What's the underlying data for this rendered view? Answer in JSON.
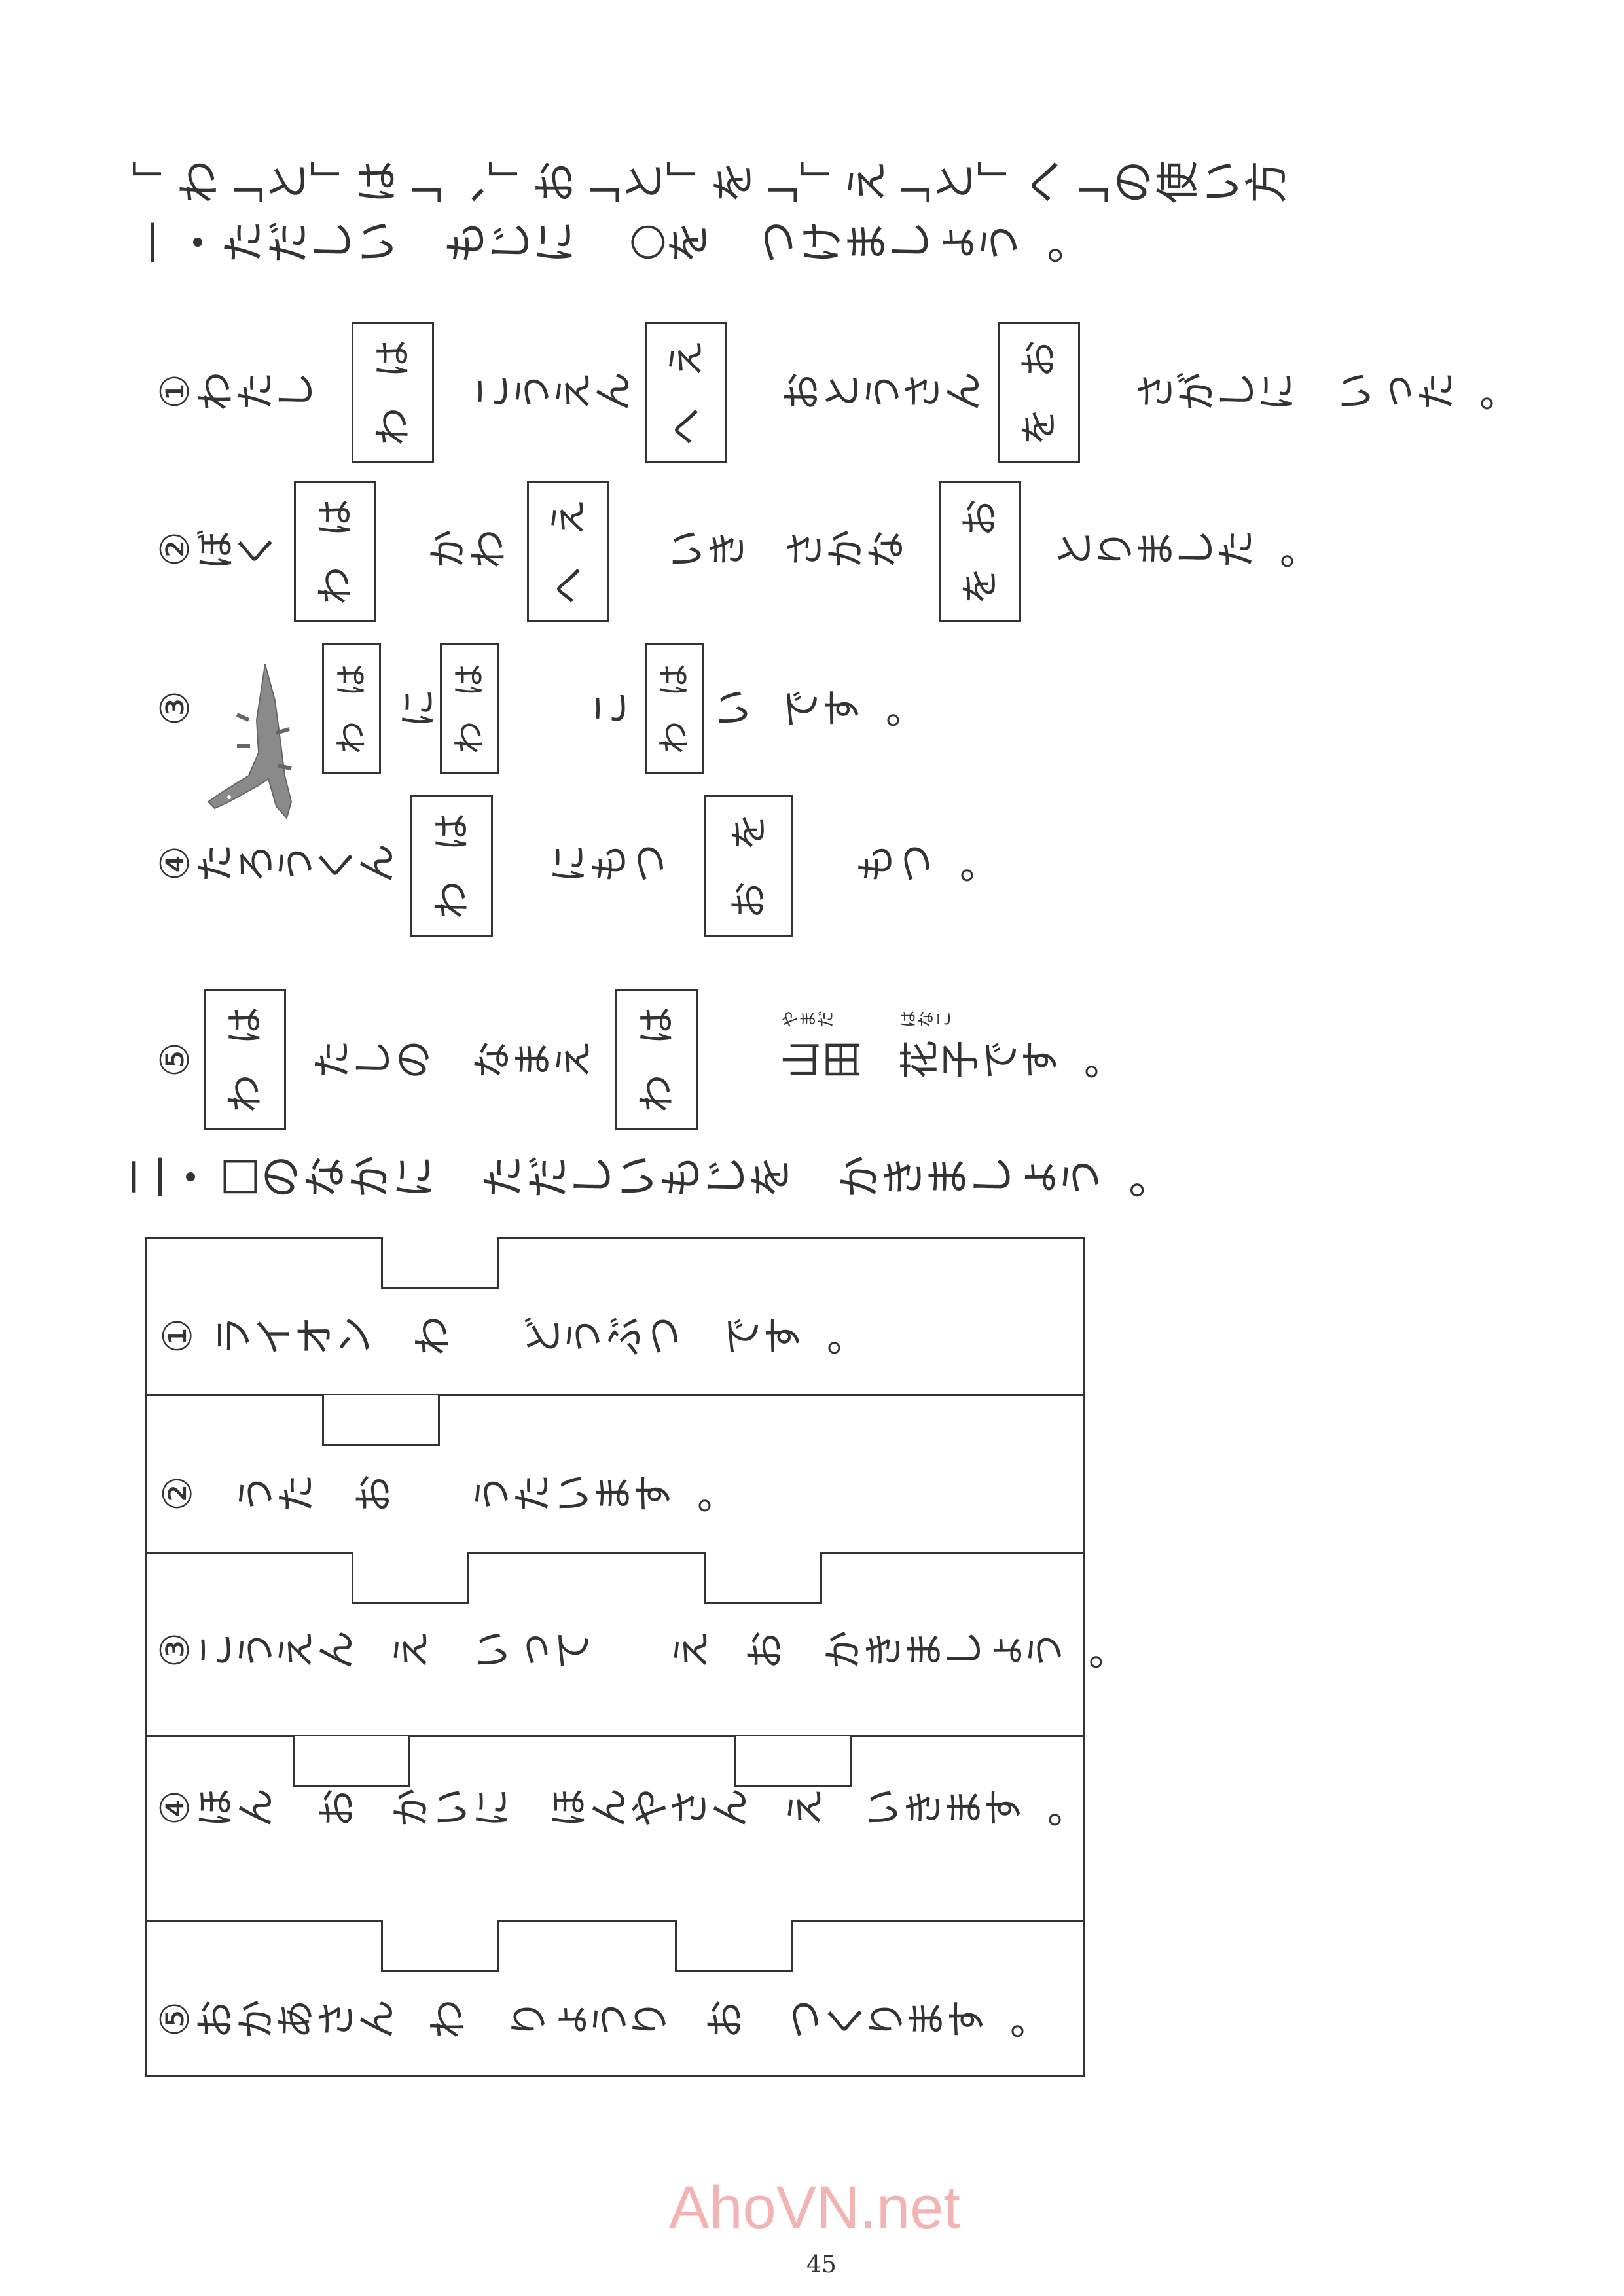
{
  "title": "「わ」と「は」、「お」と「を」「え」と「へ」の使い方",
  "section1": {
    "instruction": "一・ただしい　もじに　○を　つけましょう。",
    "q1": {
      "a": "①わたし",
      "box1": [
        "は",
        "わ"
      ],
      "b": "こうえん",
      "box2": [
        "え",
        "へ"
      ],
      "c": "おとうさん",
      "box3": [
        "お",
        "を"
      ],
      "d": "さがしに",
      "e": "いった。"
    },
    "q2": {
      "a": "②ぼく",
      "box1": [
        "は",
        "わ"
      ],
      "b": "かわ",
      "box2": [
        "え",
        "へ"
      ],
      "c": "いき",
      "d": "さかな",
      "box3": [
        "お",
        "を"
      ],
      "e": "とりました。"
    },
    "q3": {
      "a": "③",
      "box1": [
        "は",
        "わ"
      ],
      "b": "に",
      "box2": [
        "は",
        "わ"
      ],
      "c": "こ",
      "box3": [
        "は",
        "わ"
      ],
      "d": "い",
      "e": "です。"
    },
    "q4": {
      "a": "④たろうくん",
      "box1": [
        "は",
        "わ"
      ],
      "b": "にもつ",
      "box2": [
        "を",
        "お"
      ],
      "c": "もつ。"
    },
    "q5": {
      "box1": [
        "は",
        "わ"
      ],
      "a": "⑤",
      "b": "たしの",
      "c": "なまえ",
      "box2": [
        "は",
        "わ"
      ],
      "d": "山田",
      "d_ruby": "やまだ",
      "e": "花子です。",
      "e_ruby": "はなこ"
    }
  },
  "section2": {
    "instruction": "二・□のなかに　ただしいもじを　かきましょう。",
    "rows": [
      {
        "p": [
          "①",
          "ライオン",
          "わ",
          "どうぶつ",
          "です。"
        ]
      },
      {
        "p": [
          "②",
          "うた",
          "お",
          "うたいます。"
        ]
      },
      {
        "p": [
          "③こうえん",
          "え",
          "いって",
          "え",
          "お",
          "かきましょう。"
        ]
      },
      {
        "p": [
          "④ほん",
          "お",
          "かいに",
          "ほんやさん",
          "え",
          "いきます。"
        ]
      },
      {
        "p": [
          "⑤おかあさん",
          "わ",
          "りょうり",
          "お",
          "つくります。"
        ]
      }
    ]
  },
  "page_number": "45",
  "watermark": "AhoVN.net"
}
